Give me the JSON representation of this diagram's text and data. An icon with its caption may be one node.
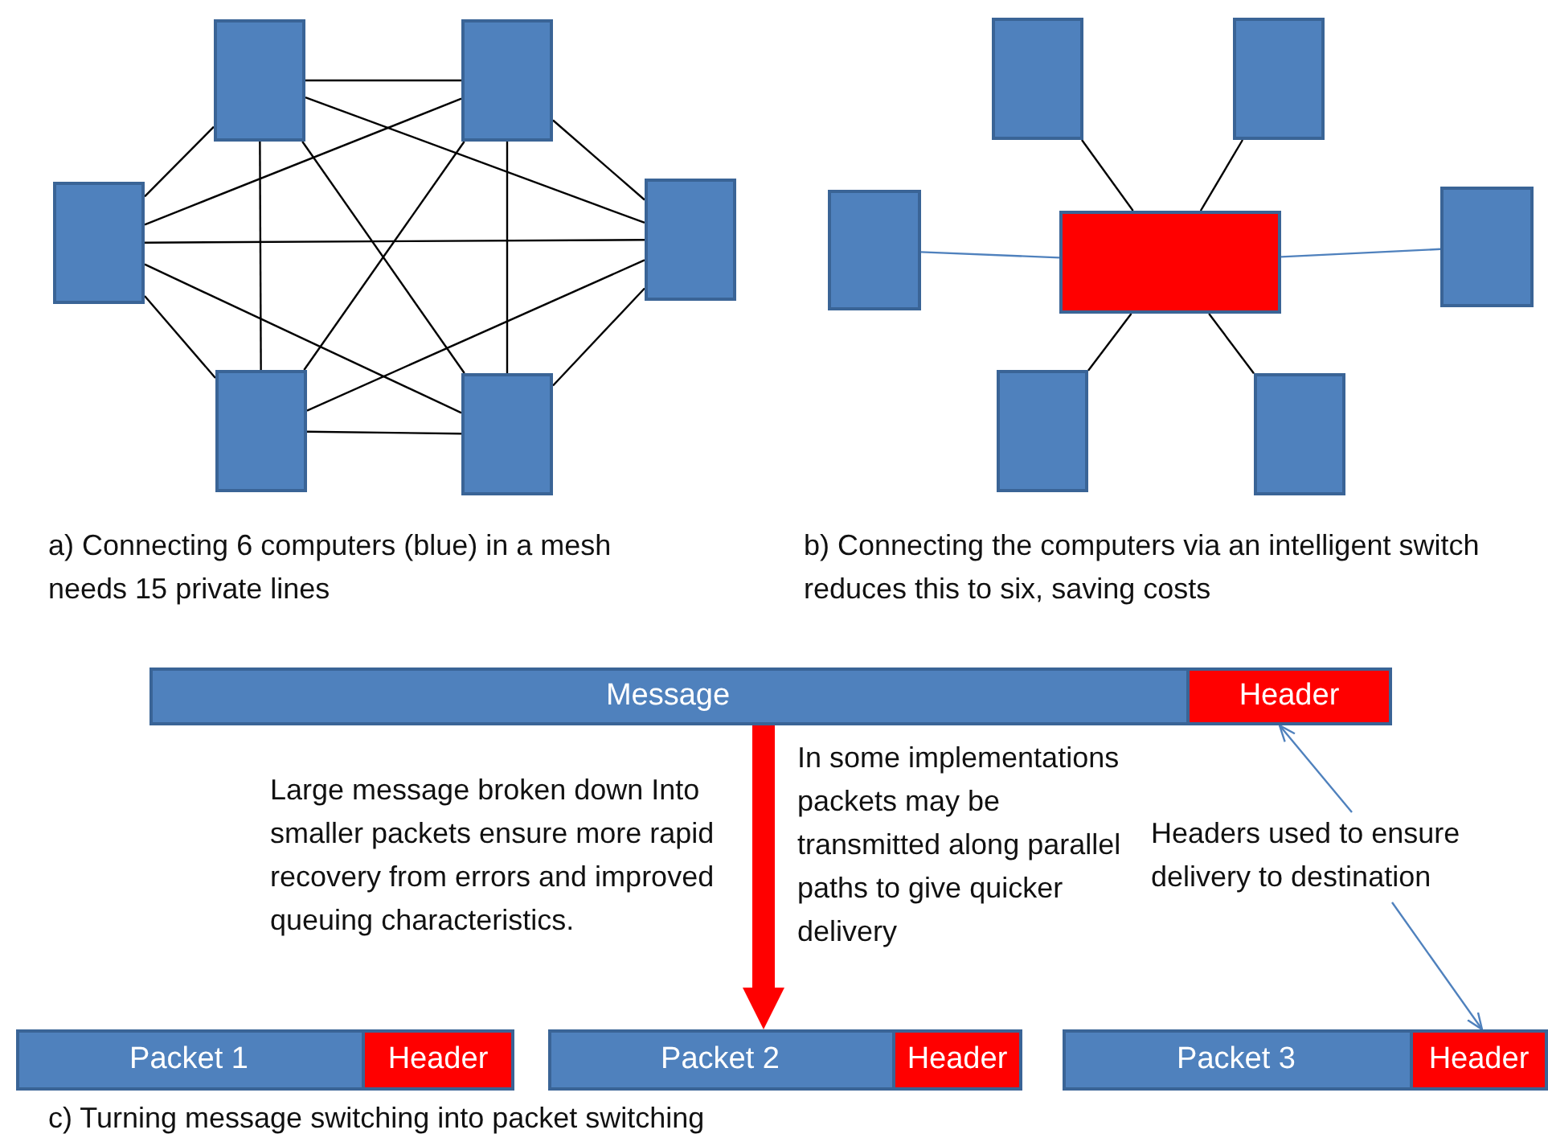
{
  "diagram": {
    "nodes": [
      {
        "text": [],
        "shape": "box"
      },
      {
        "text": [],
        "shape": "box"
      },
      {
        "text": [],
        "shape": "box"
      },
      {
        "text": [],
        "shape": "box"
      },
      {
        "text": [],
        "shape": "box"
      },
      {
        "text": [],
        "shape": "box"
      },
      {
        "text": [],
        "shape": "box"
      },
      {
        "text": [],
        "shape": "box"
      },
      {
        "text": [],
        "shape": "box"
      },
      {
        "text": [],
        "shape": "box"
      },
      {
        "text": [],
        "shape": "box"
      },
      {
        "text": [],
        "shape": "box"
      },
      {
        "text": [],
        "shape": "box"
      },
      {
        "text": [
          "Message"
        ]
      },
      {
        "text": [
          "Header"
        ],
        "in": 13
      },
      {
        "text": [
          "Packet 1"
        ]
      },
      {
        "text": [
          "Header"
        ],
        "in": 15
      },
      {
        "text": [
          "Packet 2"
        ]
      },
      {
        "text": [
          "Header"
        ],
        "in": 17
      },
      {
        "text": [
          "Packet 3"
        ]
      },
      {
        "text": [
          "Header"
        ],
        "in": 19
      },
      {
        "text": [
          "Headers used to ensure delivery to destination"
        ]
      }
    ],
    "edges": [
      {
        "from": 0,
        "to": 1,
        "arrow": "none"
      },
      {
        "from": 0,
        "to": 2,
        "arrow": "none"
      },
      {
        "from": 0,
        "to": 3,
        "arrow": "none"
      },
      {
        "from": 0,
        "to": 4,
        "arrow": "none"
      },
      {
        "from": 0,
        "to": 5,
        "arrow": "none"
      },
      {
        "from": 1,
        "to": 2,
        "arrow": "none"
      },
      {
        "from": 1,
        "to": 3,
        "arrow": "none"
      },
      {
        "from": 1,
        "to": 4,
        "arrow": "none"
      },
      {
        "from": 1,
        "to": 5,
        "arrow": "none"
      },
      {
        "from": 2,
        "to": 3,
        "arrow": "none"
      },
      {
        "from": 2,
        "to": 4,
        "arrow": "none"
      },
      {
        "from": 2,
        "to": 5,
        "arrow": "none"
      },
      {
        "from": 3,
        "to": 4,
        "arrow": "none"
      },
      {
        "from": 3,
        "to": 5,
        "arrow": "none"
      },
      {
        "from": 4,
        "to": 5,
        "arrow": "none"
      },
      {
        "from": 7,
        "to": 6,
        "arrow": "none"
      },
      {
        "from": 8,
        "to": 6,
        "arrow": "none"
      },
      {
        "from": 9,
        "to": 6,
        "arrow": "none",
        "color": "#4f81bd"
      },
      {
        "from": 10,
        "to": 6,
        "arrow": "none",
        "color": "#4f81bd"
      },
      {
        "from": 11,
        "to": 6,
        "arrow": "none"
      },
      {
        "from": 12,
        "to": 6,
        "arrow": "none"
      },
      {
        "from": 13,
        "to": 17,
        "arrow": "to",
        "style": "thick",
        "color": "#ff0000"
      },
      {
        "from": 21,
        "to": 14,
        "arrow": "to",
        "color": "#4f81bd"
      },
      {
        "from": 21,
        "to": 20,
        "arrow": "to",
        "color": "#4f81bd"
      }
    ],
    "labels": [
      "a) Connecting 6 computers (blue) in a mesh needs 15 private lines",
      "b) Connecting the computers via an intelligent switch reduces this to six, saving costs",
      "In some implementations packets may be transmitted along parallel paths to give quicker delivery",
      "Large message broken down Into smaller packets ensure more rapid recovery from errors and improved queuing characteristics.",
      "c) Turning message switching into packet switching"
    ]
  }
}
